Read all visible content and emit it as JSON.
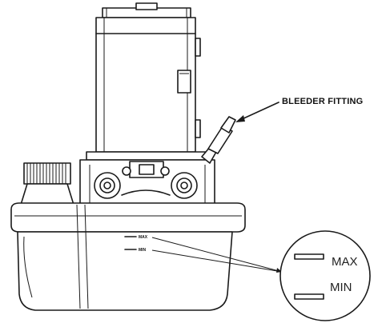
{
  "diagram": {
    "callouts": {
      "bleeder_fitting": "BLEEDER FITTING"
    },
    "level_marks": {
      "tank_max": "MAX",
      "tank_min": "MIN"
    },
    "detail_circle": {
      "max_label": "MAX",
      "min_label": "MIN"
    }
  }
}
